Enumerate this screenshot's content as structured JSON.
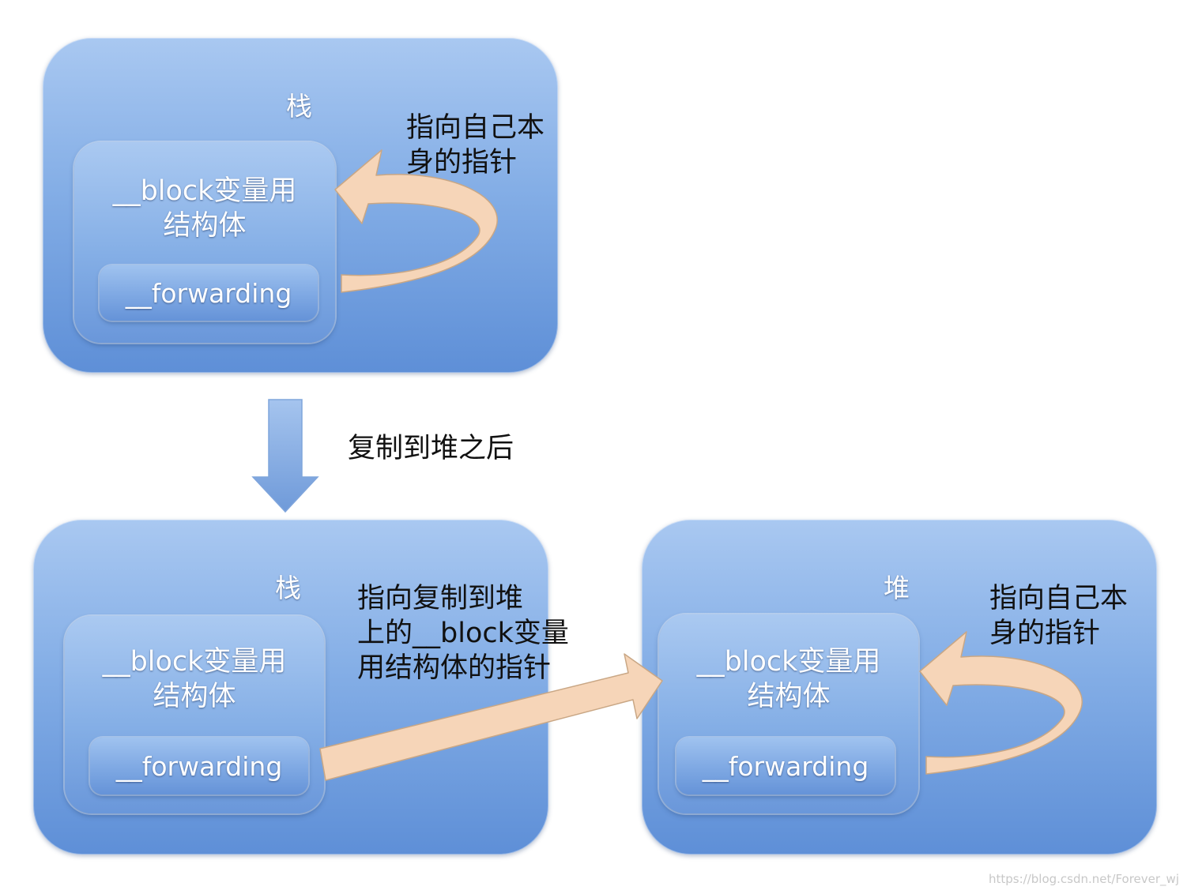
{
  "top": {
    "region_label": "栈",
    "struct_label": "__block变量用\n结构体",
    "forwarding_label": "__forwarding",
    "self_pointer_note": "指向自己本\n身的指针"
  },
  "transition": {
    "label": "复制到堆之后"
  },
  "bottom_stack": {
    "region_label": "栈",
    "struct_label": "__block变量用\n结构体",
    "forwarding_label": "__forwarding",
    "pointer_note": "指向复制到堆\n上的__block变量\n用结构体的指针"
  },
  "bottom_heap": {
    "region_label": "堆",
    "struct_label": "__block变量用\n结构体",
    "forwarding_label": "__forwarding",
    "self_pointer_note": "指向自己本\n身的指针"
  },
  "watermark": "https://blog.csdn.net/Forever_wj",
  "colors": {
    "region_blue": "#84aee6",
    "arrow_peach": "#f6d5b8",
    "arrow_outline": "#c9a785"
  }
}
